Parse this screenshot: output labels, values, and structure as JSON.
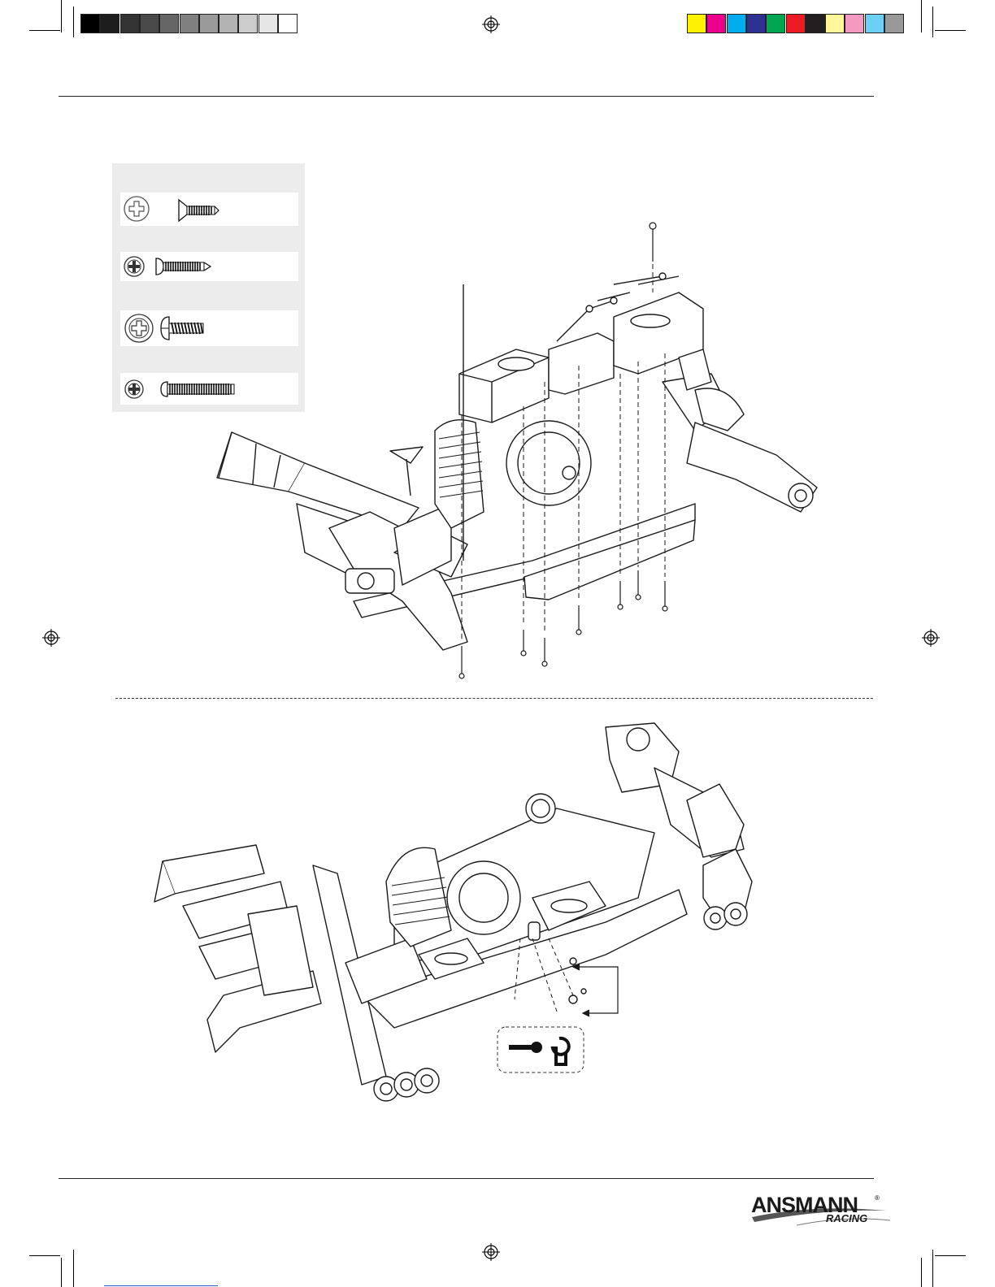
{
  "color_bar": {
    "grays": [
      "#000000",
      "#1d1d1d",
      "#333333",
      "#4a4a4a",
      "#666666",
      "#808080",
      "#9a9a9a",
      "#b3b3b3",
      "#cccccc",
      "#e6e6e6",
      "#ffffff"
    ],
    "process": [
      "#fff200",
      "#ec008c",
      "#00aeef",
      "#2e3192",
      "#00a651",
      "#ed1c24",
      "#231f20",
      "#fff799",
      "#f49ac1",
      "#6dcff6",
      "#999999"
    ]
  },
  "legend": {
    "screws": [
      {
        "icon": "countersunk-screw-icon",
        "head": "flat"
      },
      {
        "icon": "pan-head-screw-icon",
        "head": "pan"
      },
      {
        "icon": "button-head-screw-icon",
        "head": "button"
      },
      {
        "icon": "cap-screw-icon",
        "head": "round"
      }
    ]
  },
  "illustrations": {
    "top": {
      "icon": "chassis-exploded-view-icon"
    },
    "bottom": {
      "icon": "chassis-assembled-view-icon"
    },
    "callout": {
      "icon": "tool-callout-icon"
    }
  },
  "footer": {
    "brand": "ANSMANN",
    "brand_sub": "RACING",
    "registered": "®"
  },
  "colors": {
    "legend_bg": "#ececec",
    "line": "#222222"
  }
}
